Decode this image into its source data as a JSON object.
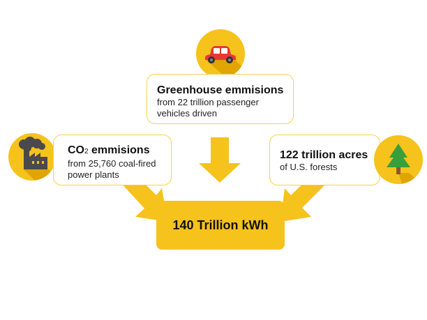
{
  "colors": {
    "accent": "#f6c21c",
    "shadow": "#e0a500",
    "border": "#f8d24a",
    "icon_dark": "#4a4a4a",
    "car_red": "#e53935",
    "tree_green": "#3a9e3c"
  },
  "top": {
    "icon": "car-icon",
    "title": "Greenhouse emmisions",
    "line1": "from 22 trillion passenger",
    "line2": "vehicles driven"
  },
  "left": {
    "icon": "factory-icon",
    "title_main": "CO",
    "title_sub": "2",
    "title_rest": " emmisions",
    "line1": "from 25,760 coal-fired",
    "line2": "power plants"
  },
  "right": {
    "icon": "tree-icon",
    "title": "122 trillion acres",
    "line1": "of U.S. forests"
  },
  "center": {
    "label": "140 Trillion kWh"
  }
}
